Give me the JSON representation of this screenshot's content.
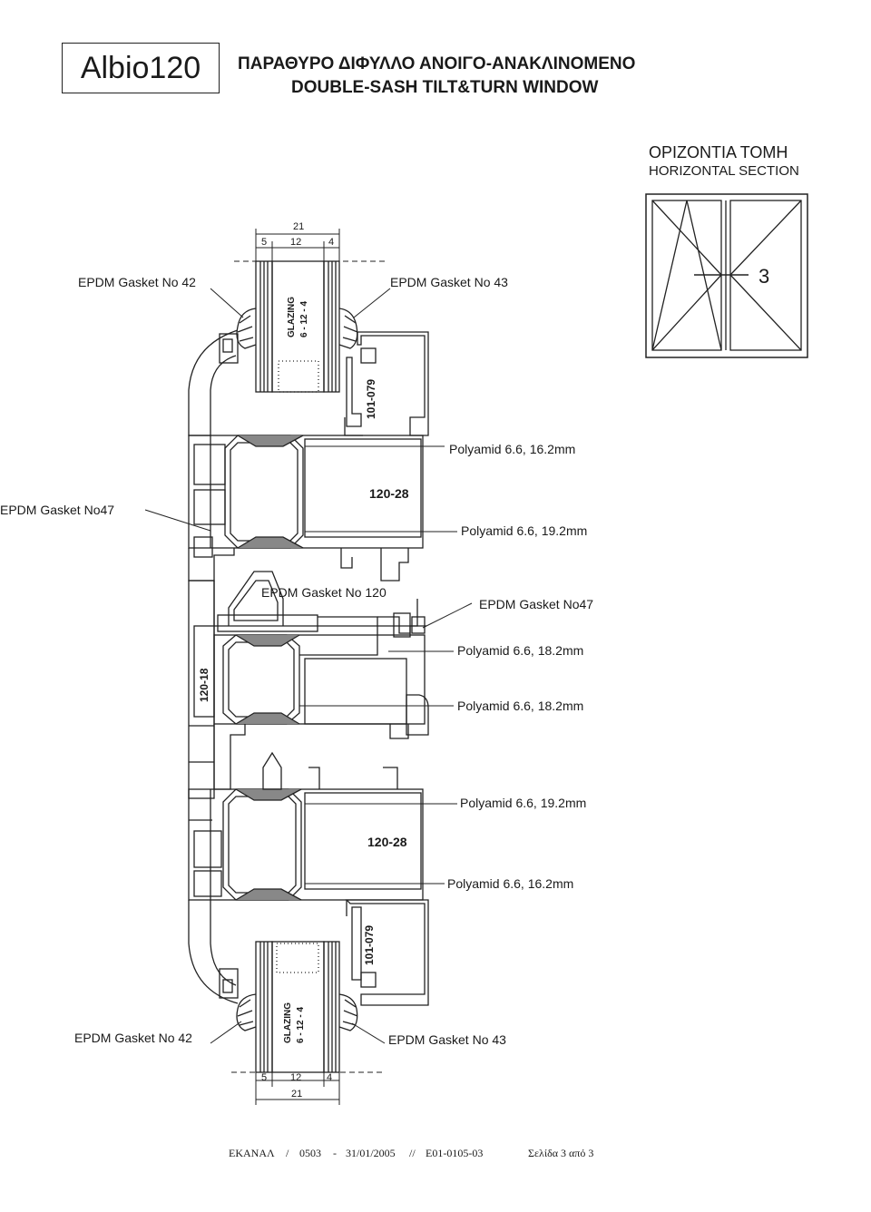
{
  "header": {
    "brand": "Albio120",
    "title_greek": "ΠΑΡΑΘΥΡΟ ΔΙΦΥΛΛΟ ΑΝΟΙΓΟ-ΑΝΑΚΛΙΝΟΜΕΝΟ",
    "title_english": "DOUBLE-SASH TILT&TURN WINDOW"
  },
  "section": {
    "greek": "ΟΡΙΖΟΝΤΙΑ ΤΟΜΗ",
    "english": "HORIZONTAL SECTION",
    "marker": "3"
  },
  "dimensions": {
    "total": "21",
    "left": "5",
    "middle": "12",
    "right": "4"
  },
  "glazing": {
    "label": "GLAZING",
    "spec": "6 - 12 - 4"
  },
  "profiles": {
    "bead_top": "101-079",
    "bead_bottom": "101-079",
    "sash_top": "120-28",
    "sash_bottom": "120-28",
    "frame": "120-18"
  },
  "callouts": {
    "gasket42_top": "EPDM Gasket No 42",
    "gasket43_top": "EPDM Gasket No 43",
    "gasket47_left": "EPDM Gasket No47",
    "gasket120": "EPDM Gasket No 120",
    "gasket47_right": "EPDM Gasket No47",
    "poly1": "Polyamid 6.6, 16.2mm",
    "poly2": "Polyamid 6.6, 19.2mm",
    "poly3": "Polyamid 6.6, 18.2mm",
    "poly4": "Polyamid 6.6, 18.2mm",
    "poly5": "Polyamid 6.6, 19.2mm",
    "poly6": "Polyamid 6.6, 16.2mm",
    "gasket42_bottom": "EPDM Gasket No 42",
    "gasket43_bottom": "EPDM Gasket No 43"
  },
  "footer": {
    "company": "ΕΚΑΝΑΛ",
    "sep1": "/",
    "code": "0503",
    "sep2": "-",
    "date": "31/01/2005",
    "sep3": "//",
    "doc": "E01-0105-03",
    "page": "Σελίδα 3 από 3"
  }
}
